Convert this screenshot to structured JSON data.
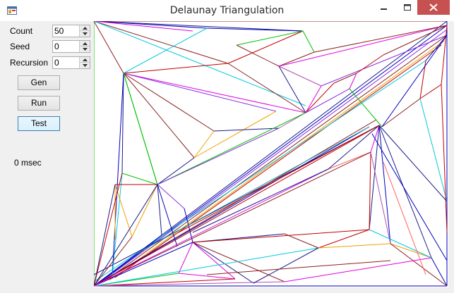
{
  "window": {
    "title": "Delaunay Triangulation"
  },
  "controls": {
    "count": {
      "label": "Count",
      "value": "50"
    },
    "seed": {
      "label": "Seed",
      "value": "0"
    },
    "recursion": {
      "label": "Recursion",
      "value": "0"
    }
  },
  "buttons": {
    "gen": "Gen",
    "run": "Run",
    "test": "Test"
  },
  "status": {
    "elapsed": "0 msec"
  },
  "colors": {
    "close_button": "#c75050",
    "boundary": "#008000"
  }
}
